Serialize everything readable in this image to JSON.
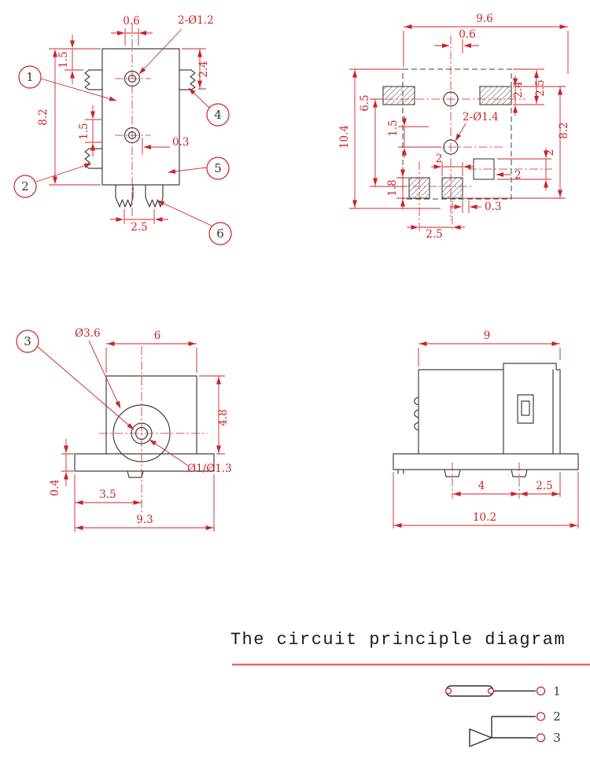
{
  "front_view": {
    "callouts": {
      "c1": "1",
      "c2": "2",
      "c4": "4",
      "c5": "5",
      "c6": "6"
    },
    "dims": {
      "top_offset": "0.6",
      "holes": "2-Ø1.2",
      "top_height": "1.5",
      "right_tab_height": "2.4",
      "total_height": "8.2",
      "mid_height": "1.5",
      "hole_offset": "0.3",
      "pin_pitch": "2.5"
    }
  },
  "pcb_view": {
    "dims": {
      "total_width": "9.6",
      "center_offset": "0.6",
      "pad_height_top": "2.4",
      "pad_span_top": "2.5",
      "hole_span": "6.5",
      "total_height": "10.4",
      "hole_gap": "1.5",
      "holes": "2-Ø1.4",
      "right_height": "8.2",
      "pad_width_top": "2",
      "pad_side_height": "2",
      "pad_side_width": "2",
      "pad_height_bottom": "1.8",
      "edge_offset": "0.3",
      "pin_pitch": "2.5"
    }
  },
  "side_view": {
    "callouts": {
      "c3": "3"
    },
    "dims": {
      "barrel_dia": "Ø3.6",
      "body_width": "6",
      "body_height": "4.8",
      "pin_dia": "Ø1/Ø1.3",
      "base_thickness": "0.4",
      "center_offset": "3.5",
      "total_width": "9.3"
    }
  },
  "end_view": {
    "dims": {
      "body_width": "9",
      "foot_pitch": "4",
      "foot_offset": "2.5",
      "total_width": "10.2"
    }
  },
  "circuit": {
    "title": "The circuit principle diagram",
    "pins": {
      "p1": "1",
      "p2": "2",
      "p3": "3"
    }
  }
}
